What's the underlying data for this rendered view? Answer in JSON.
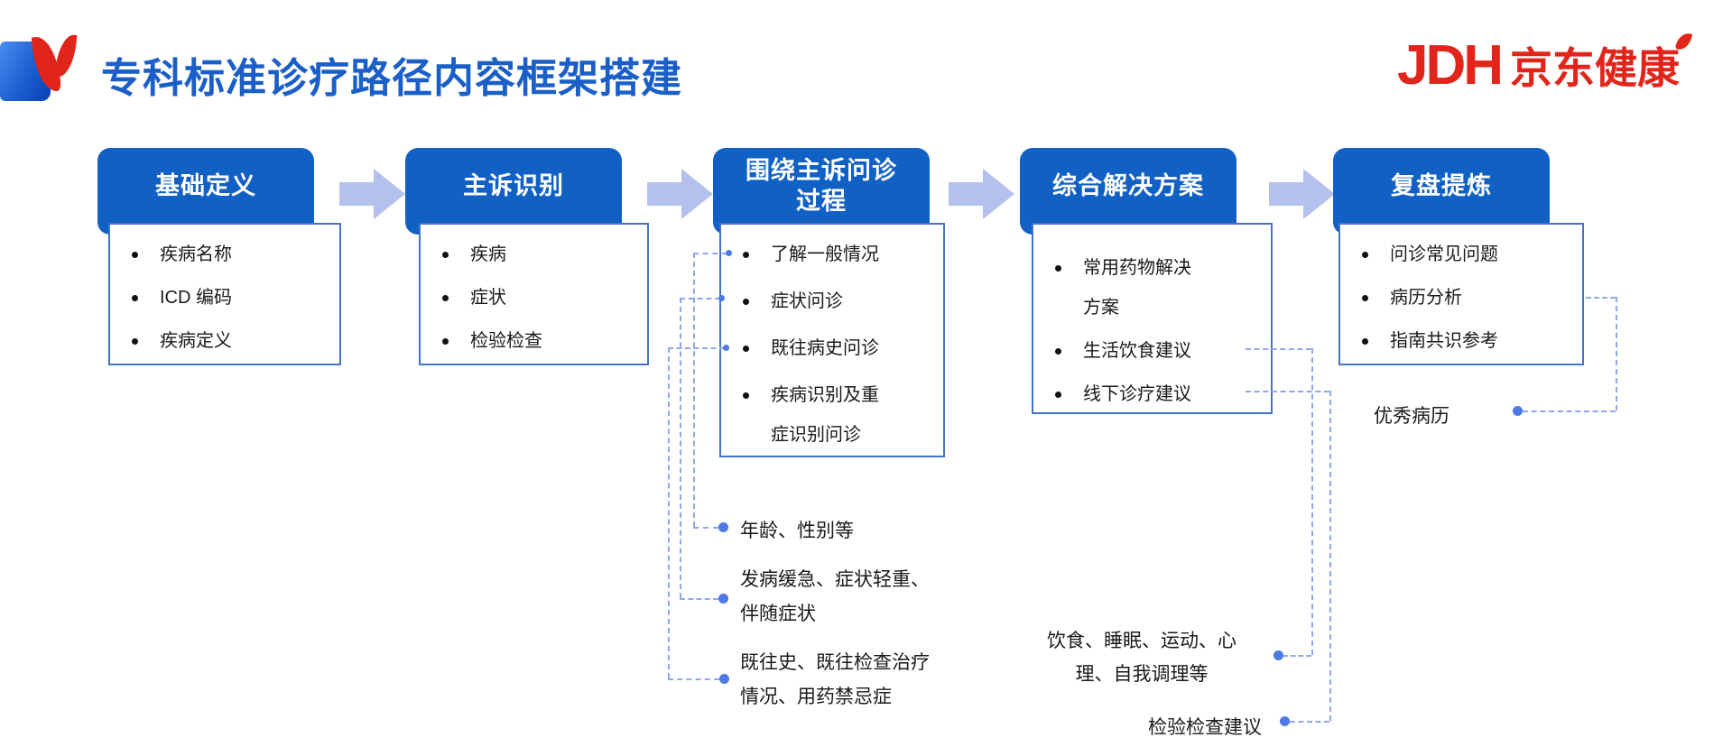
{
  "header": {
    "title": "专科标准诊疗路径内容框架搭建",
    "jdh_logo_en": "JDH",
    "jdh_logo_cn": "京东健康"
  },
  "colors": {
    "stage_header_blue": "#1161C4",
    "box_border_blue": "#4472CC",
    "arrow_blue": "#B3C1EC",
    "dash_line_blue": "#8FA8EC",
    "connector_dot_blue": "#4E79E6",
    "brand_red": "#E1251B",
    "title_blue": "#1A5EC8"
  },
  "flow": {
    "stages": [
      {
        "title": "基础定义",
        "items": [
          "疾病名称",
          "ICD 编码",
          "疾病定义"
        ]
      },
      {
        "title": "主诉识别",
        "items": [
          "疾病",
          "症状",
          "检验检查"
        ]
      },
      {
        "title": "围绕主诉问诊\n过程",
        "items": [
          "了解一般情况",
          "症状问诊",
          "既往病史问诊",
          "疾病识别及重\n症识别问诊"
        ]
      },
      {
        "title": "综合解决方案",
        "items": [
          "常用药物解决\n方案",
          "生活饮食建议",
          "线下诊疗建议"
        ]
      },
      {
        "title": "复盘提炼",
        "items": [
          "问诊常见问题",
          "病历分析",
          "指南共识参考"
        ]
      }
    ]
  },
  "annotations": [
    {
      "text": "年龄、性别等"
    },
    {
      "text": "发病缓急、症状轻重、\n伴随症状"
    },
    {
      "text": "既往史、既往检查治疗\n情况、用药禁忌症"
    },
    {
      "text": "饮食、睡眠、运动、心\n理、自我调理等"
    },
    {
      "text": "检验检查建议"
    },
    {
      "text": "优秀病历"
    }
  ]
}
